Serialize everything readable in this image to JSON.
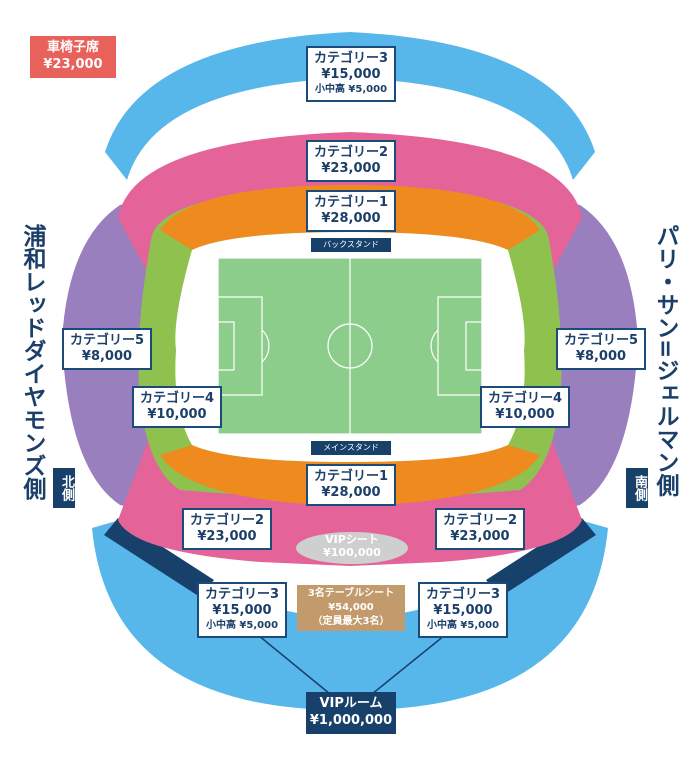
{
  "wheelchair": {
    "label": "車椅子席",
    "price": "¥23,000"
  },
  "sides": {
    "left": "浦和レッドダイヤモンズ側",
    "right": "パリ・サン=ジェルマン側",
    "north": "北側",
    "south": "南側"
  },
  "stands": {
    "back": "バックスタンド",
    "main": "メインスタンド"
  },
  "sections": {
    "cat3_top": {
      "name": "カテゴリー3",
      "price": "¥15,000",
      "note": "小中高 ¥5,000"
    },
    "cat2_top": {
      "name": "カテゴリー2",
      "price": "¥23,000"
    },
    "cat1_top": {
      "name": "カテゴリー1",
      "price": "¥28,000"
    },
    "cat5_left": {
      "name": "カテゴリー5",
      "price": "¥8,000"
    },
    "cat5_right": {
      "name": "カテゴリー5",
      "price": "¥8,000"
    },
    "cat4_left": {
      "name": "カテゴリー4",
      "price": "¥10,000"
    },
    "cat4_right": {
      "name": "カテゴリー4",
      "price": "¥10,000"
    },
    "cat1_bottom": {
      "name": "カテゴリー1",
      "price": "¥28,000"
    },
    "cat2_bl": {
      "name": "カテゴリー2",
      "price": "¥23,000"
    },
    "cat2_br": {
      "name": "カテゴリー2",
      "price": "¥23,000"
    },
    "cat3_bl": {
      "name": "カテゴリー3",
      "price": "¥15,000",
      "note": "小中高 ¥5,000"
    },
    "cat3_br": {
      "name": "カテゴリー3",
      "price": "¥15,000",
      "note": "小中高 ¥5,000"
    }
  },
  "vip_seat": {
    "name": "VIPシート",
    "price": "¥100,000"
  },
  "table_seat": {
    "name": "3名テーブルシート",
    "price": "¥54,000",
    "note": "（定員最大3名）"
  },
  "vip_room": {
    "name": "VIPルーム",
    "price": "¥1,000,000"
  },
  "colors": {
    "cat1": "#ef8a1f",
    "cat2": "#e4649a",
    "cat3": "#57b6ea",
    "cat4": "#8fc14f",
    "cat5": "#9a7fbf",
    "pitch": "#8ccd8c",
    "navy": "#17406b",
    "wheelchair": "#e8615a",
    "table": "#c29a6b",
    "vip_seat": "#cfcfcf"
  }
}
